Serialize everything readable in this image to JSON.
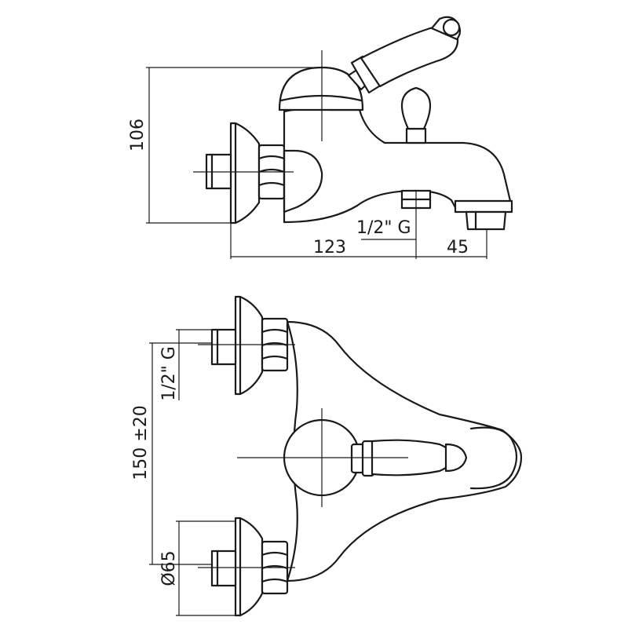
{
  "side_view": {
    "height_label": "106",
    "length_label": "123",
    "spout_label": "45",
    "thread_label": "1/2\" G"
  },
  "top_view": {
    "center_distance_label": "150 ±20",
    "thread_label": "1/2\" G",
    "diameter_label": "Ø65"
  }
}
